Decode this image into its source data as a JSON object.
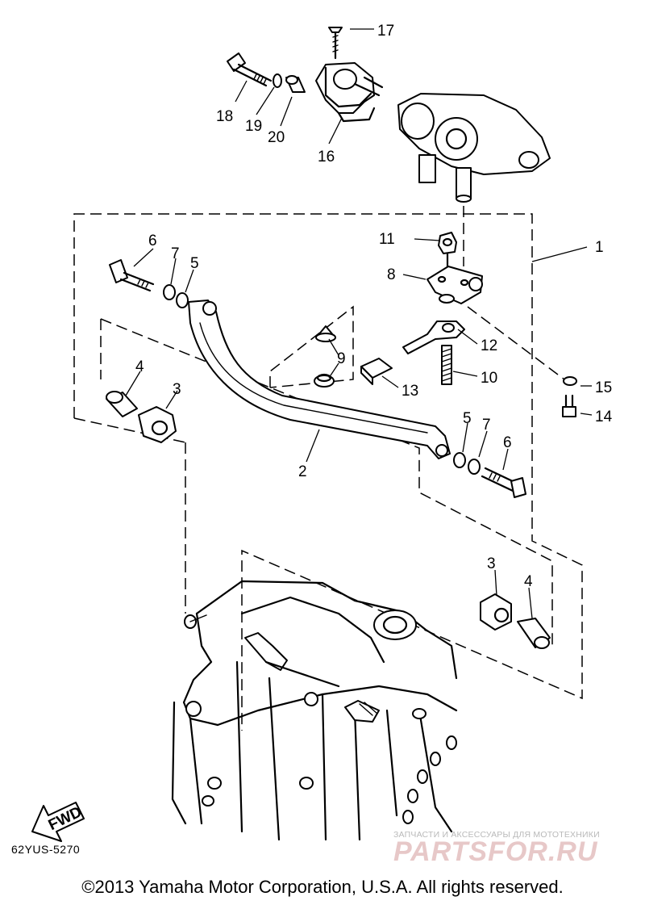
{
  "callouts": [
    {
      "id": "1",
      "text": "1"
    },
    {
      "id": "2",
      "text": "2"
    },
    {
      "id": "3a",
      "text": "3"
    },
    {
      "id": "3b",
      "text": "3"
    },
    {
      "id": "4a",
      "text": "4"
    },
    {
      "id": "4b",
      "text": "4"
    },
    {
      "id": "5a",
      "text": "5"
    },
    {
      "id": "5b",
      "text": "5"
    },
    {
      "id": "6a",
      "text": "6"
    },
    {
      "id": "6b",
      "text": "6"
    },
    {
      "id": "7a",
      "text": "7"
    },
    {
      "id": "7b",
      "text": "7"
    },
    {
      "id": "8",
      "text": "8"
    },
    {
      "id": "9",
      "text": "9"
    },
    {
      "id": "10",
      "text": "10"
    },
    {
      "id": "11",
      "text": "11"
    },
    {
      "id": "12",
      "text": "12"
    },
    {
      "id": "13",
      "text": "13"
    },
    {
      "id": "14",
      "text": "14"
    },
    {
      "id": "15",
      "text": "15"
    },
    {
      "id": "16",
      "text": "16"
    },
    {
      "id": "17",
      "text": "17"
    },
    {
      "id": "18",
      "text": "18"
    },
    {
      "id": "19",
      "text": "19"
    },
    {
      "id": "20",
      "text": "20"
    }
  ],
  "fwd_label": "FWD",
  "doc_code": "62YUS-5270",
  "copyright": "©2013 Yamaha Motor Corporation, U.S.A. All rights reserved.",
  "watermark": {
    "subtitle": "ЗАПЧАСТИ И АКСЕССУАРЫ ДЛЯ МОТОТЕХНИКИ",
    "brand": "PARTSFOR.RU"
  },
  "colors": {
    "ink": "#000000",
    "background": "#ffffff",
    "watermark_brand": "#e7c8c8",
    "watermark_text": "#b9b9b9"
  }
}
